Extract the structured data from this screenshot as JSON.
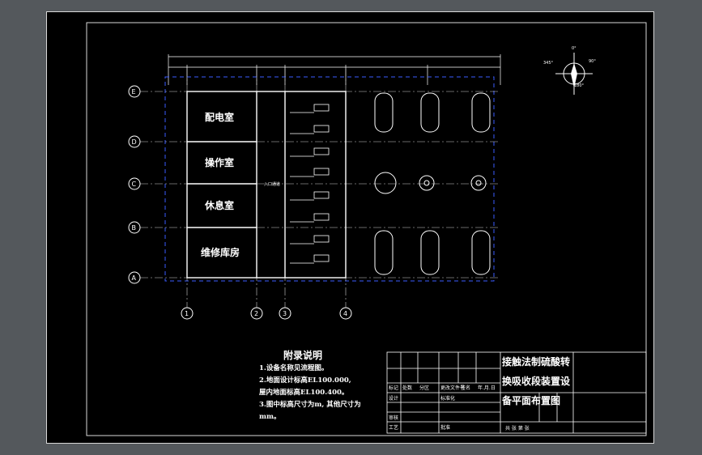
{
  "rooms": [
    "配电室",
    "操作室",
    "休息室",
    "维修库房"
  ],
  "row_axes": [
    "E",
    "D",
    "C",
    "B",
    "A"
  ],
  "col_axes": [
    "1",
    "2",
    "3",
    "4"
  ],
  "entrance_label": "入口通道",
  "notes": {
    "title": "附录说明",
    "lines": [
      "1.设备名称见流程图。",
      "2.地面设计标高EL100.000,",
      "屋内地面标高EL100.400。",
      "3.图中标高尺寸为m, 其他尺寸为",
      "mm。"
    ]
  },
  "title_block": {
    "project_title_lines": [
      "接触法制硫酸转",
      "换吸收段装置设",
      "备平面布置图"
    ],
    "row_labels": [
      "标记",
      "处数",
      "分区",
      "更改文件号",
      "签名",
      "年.月.日"
    ],
    "design_label": "设计",
    "standard_label": "标准化",
    "review_label": "审核",
    "process_label": "工艺",
    "approve_label": "批准",
    "sheet_label": "共  张  第  张"
  },
  "colors": {
    "frame": "#d8d8d8",
    "axis_dash": "#3a5cff",
    "room_lines": "#ffffff",
    "background": "#000000",
    "outer": "#54585c"
  }
}
